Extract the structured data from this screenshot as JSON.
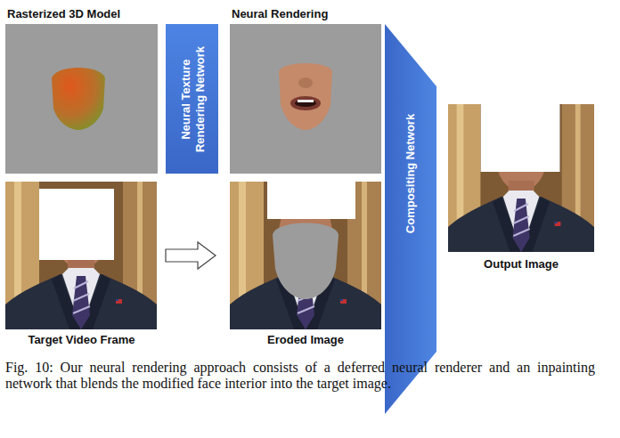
{
  "diagram": {
    "caption": "Fig. 10: Our neural rendering approach consists of a deferred neural renderer and an inpainting network that blends the modified face interior into the target image.",
    "nodes": [
      {
        "text": [
          "Rasterized 3D Model"
        ]
      },
      {
        "text": [
          "Neural Texture Rendering Network"
        ]
      },
      {
        "text": [
          "Neural Rendering"
        ]
      },
      {
        "text": [
          "Target Video Frame"
        ]
      },
      {
        "text": [
          "Eroded Image"
        ]
      },
      {
        "text": [
          "Compositing Network"
        ]
      },
      {
        "text": [
          "Output Image"
        ]
      }
    ],
    "edges": [
      {
        "from": 3,
        "to": 4,
        "arrow": "to"
      }
    ]
  }
}
